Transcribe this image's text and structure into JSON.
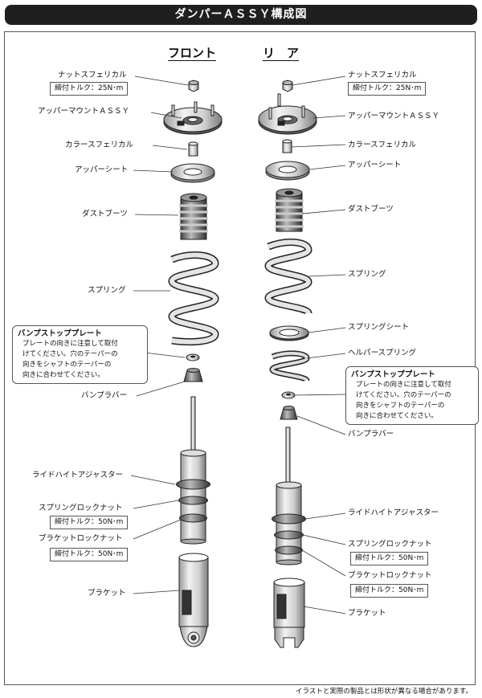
{
  "title": "ダンパーＡＳＳＹ構成図",
  "columns": {
    "front": "フロント",
    "rear": "リ　ア"
  },
  "front": {
    "nut_spherical": "ナットスフェリカル",
    "nut_torque": "締付トルク：25N･m",
    "upper_mount": "アッパーマウントＡＳＳＹ",
    "collar_spherical": "カラースフェリカル",
    "upper_seat": "アッパーシート",
    "dust_boot": "ダストブーツ",
    "spring": "スプリング",
    "bump_stop_plate_title": "バンプストッププレート",
    "bump_stop_plate_note": "プレートの向きに注意して取付\nけてください。穴のテーパーの\n向きをシャフトのテーパーの\n向きに合わせてください。",
    "bump_rubber": "バンプラバー",
    "ride_height_adjuster": "ライドハイトアジャスター",
    "spring_lock_nut": "スプリングロックナット",
    "spring_lock_torque": "締付トルク：50N･m",
    "bracket_lock_nut": "ブラケットロックナット",
    "bracket_lock_torque": "締付トルク：50N･m",
    "bracket": "ブラケット"
  },
  "rear": {
    "nut_spherical": "ナットスフェリカル",
    "nut_torque": "締付トルク：25N･m",
    "upper_mount": "アッパーマウントＡＳＳＹ",
    "collar_spherical": "カラースフェリカル",
    "upper_seat": "アッパーシート",
    "dust_boot": "ダストブーツ",
    "spring": "スプリング",
    "spring_seat": "スプリングシート",
    "helper_spring": "ヘルパースプリング",
    "bump_stop_plate_title": "バンプストッププレート",
    "bump_stop_plate_note": "プレートの向きに注意して取付\nけてください。穴のテーパーの\n向きをシャフトのテーパーの\n向きに合わせてください。",
    "bump_rubber": "バンプラバー",
    "ride_height_adjuster": "ライドハイトアジャスター",
    "spring_lock_nut": "スプリングロックナット",
    "spring_lock_torque": "締付トルク：50N･m",
    "bracket_lock_nut": "ブラケットロックナット",
    "bracket_lock_torque": "締付トルク：50N･m",
    "bracket": "ブラケット"
  },
  "footnote": "イラストと実際の製品とは形状が異なる場合があります。",
  "colors": {
    "title_bg": "#1f1f1f",
    "title_text": "#ffffff",
    "part_fill": "#d9d9d9",
    "part_shade": "#8f8f8f",
    "outline": "#222222"
  }
}
